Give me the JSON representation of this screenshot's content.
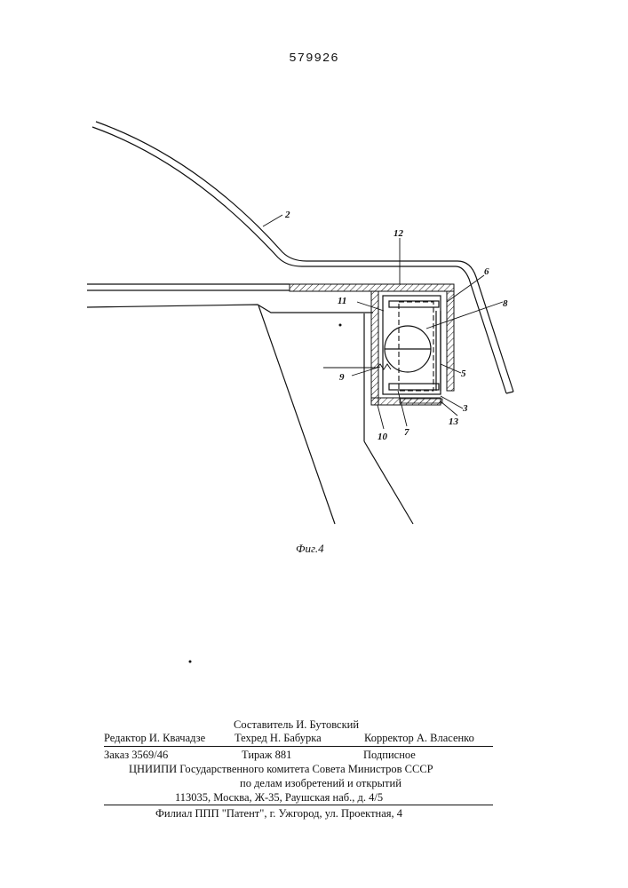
{
  "document": {
    "page_number": "579926",
    "figure_caption": "Фиг.4"
  },
  "drawing": {
    "labels": [
      "2",
      "12",
      "11",
      "6",
      "8",
      "9",
      "5",
      "3",
      "13",
      "7",
      "10"
    ]
  },
  "imprint": {
    "compiler": "Составитель И. Бутовский",
    "editor": "Редактор И. Квачадзе",
    "tech_editor": "Техред Н. Бабурка",
    "corrector": "Корректор   А. Власенко",
    "order": "Заказ 3569/46",
    "circulation": "Тираж 881",
    "subscription": "Подписное",
    "institute": "ЦНИИПИ Государственного комитета Совета Министров СССР",
    "institute_sub": "по делам изобретений и открытий",
    "address": "113035, Москва, Ж-35, Раушская наб., д. 4/5",
    "branch": "Филиал ППП \"Патент\", г. Ужгород, ул. Проектная, 4"
  }
}
